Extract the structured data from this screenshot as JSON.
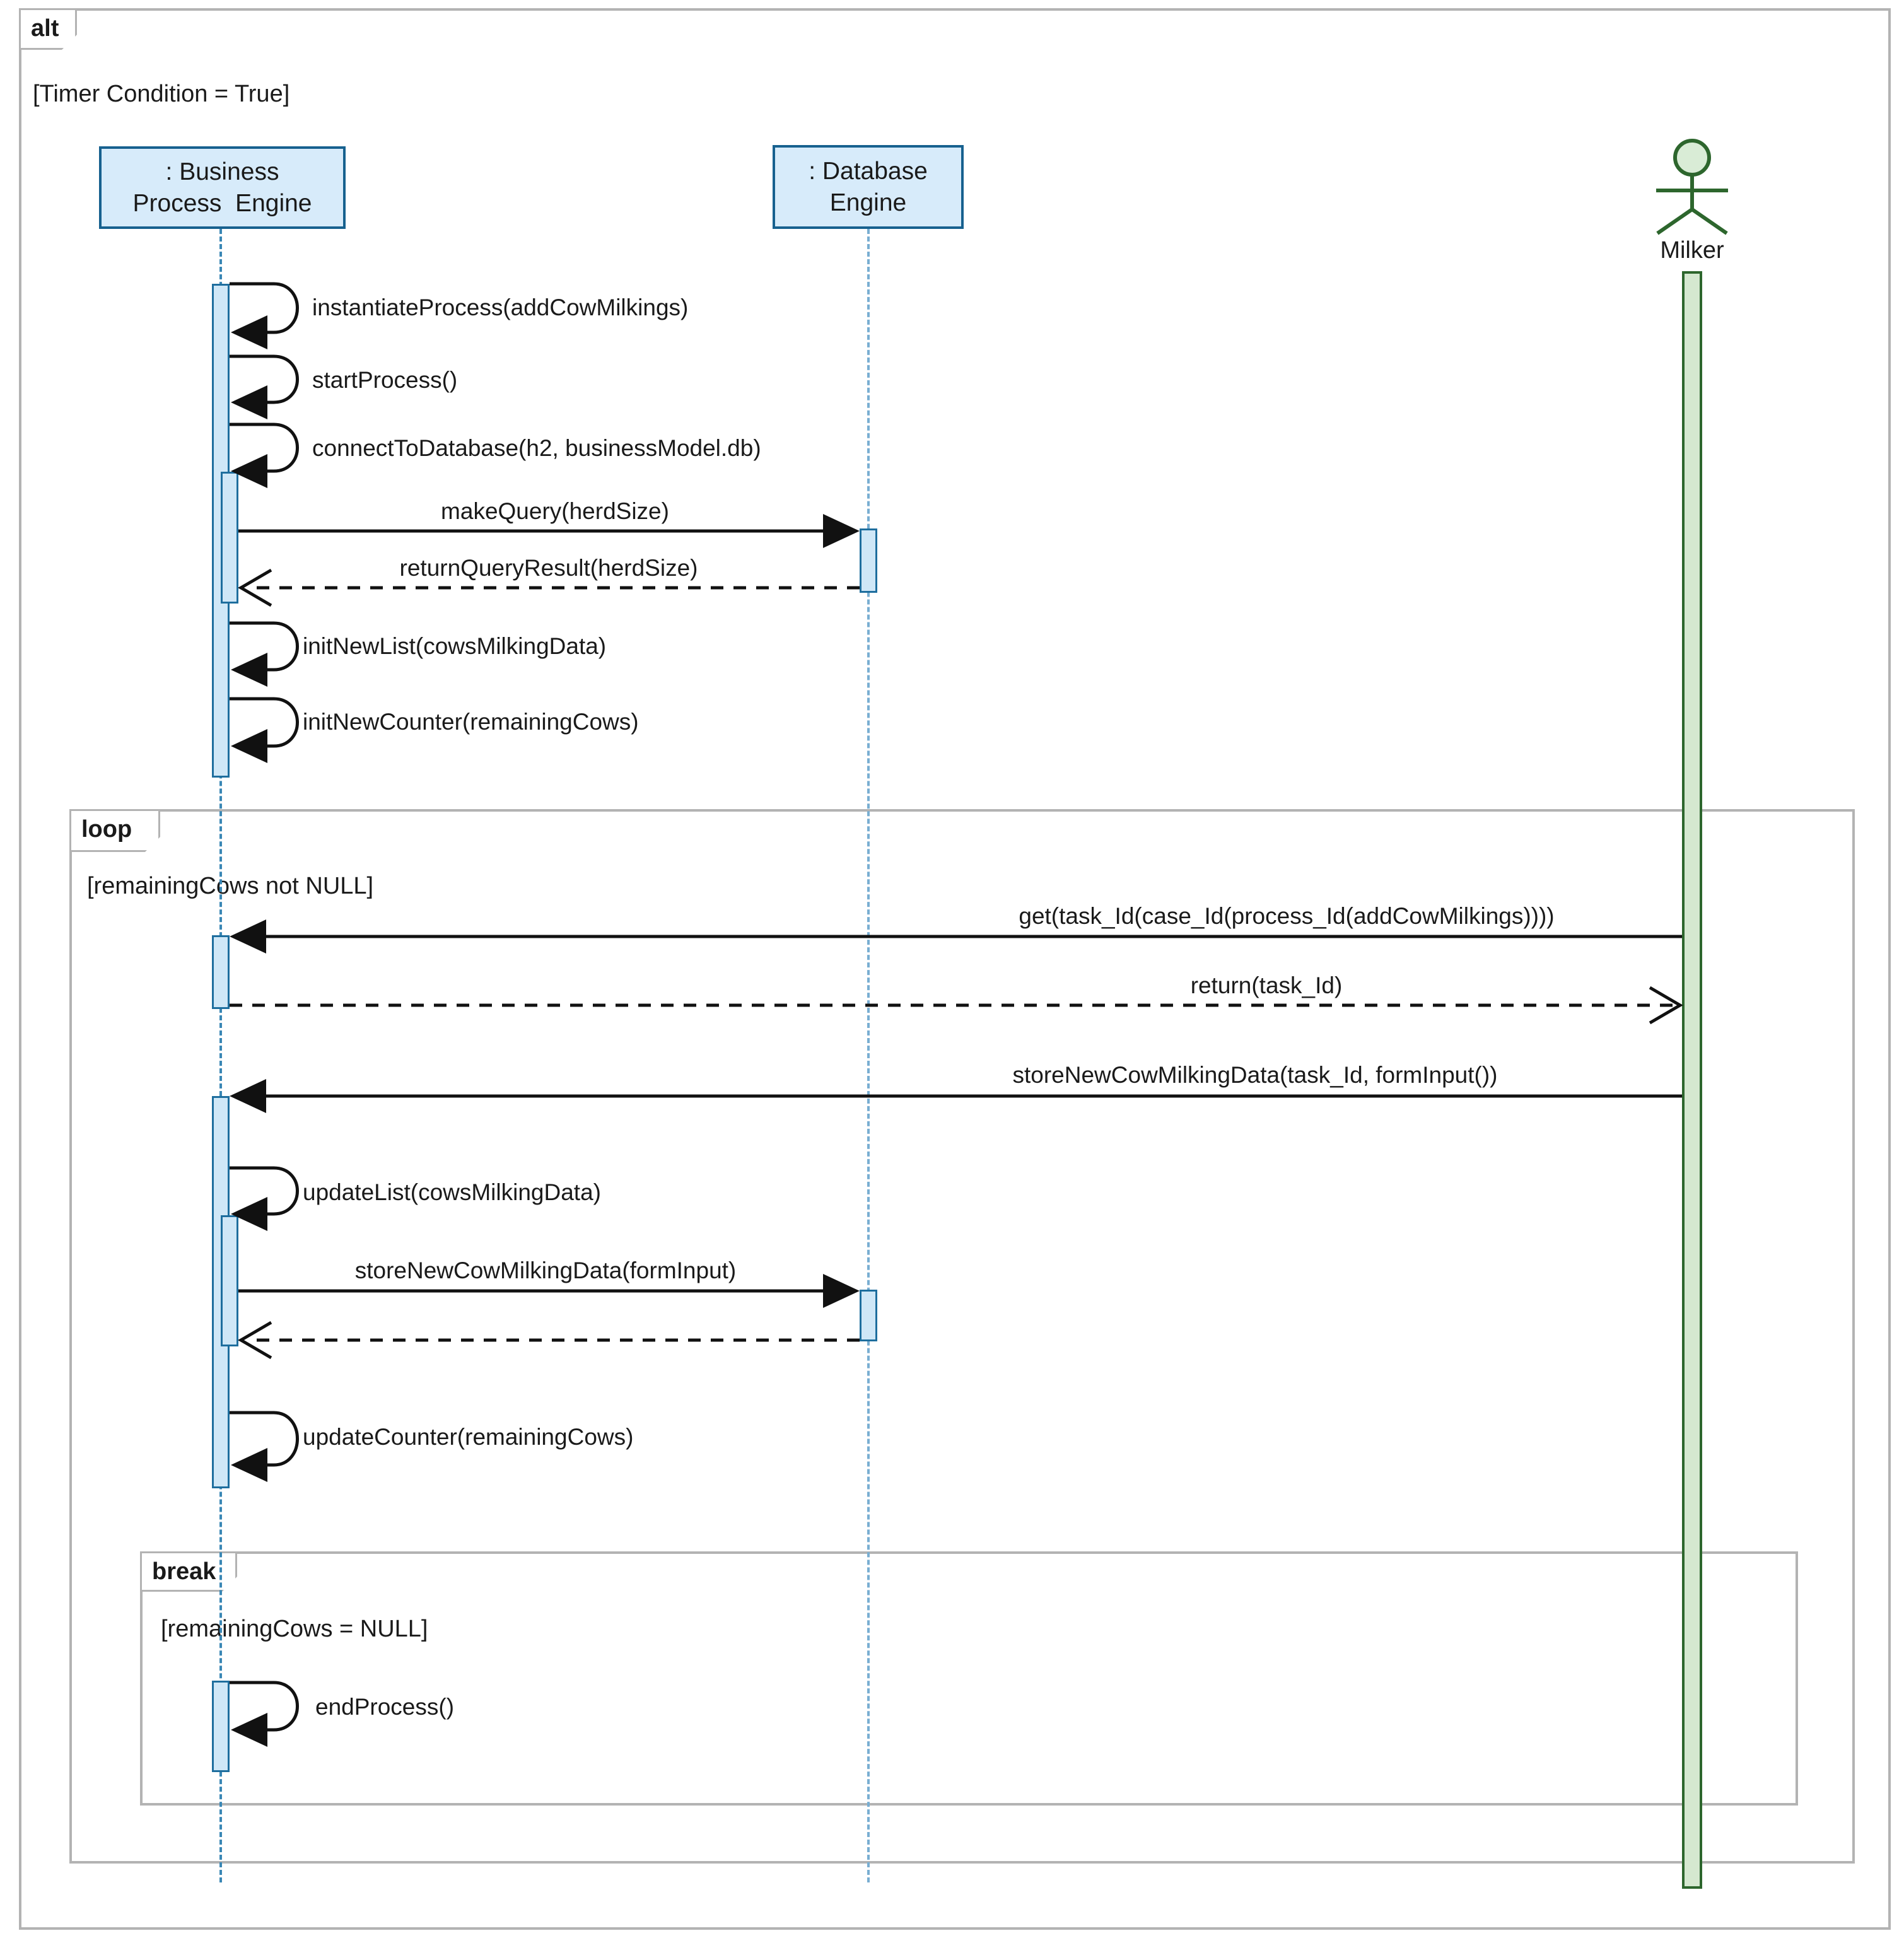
{
  "fragments": {
    "alt": {
      "label": "alt",
      "guard": "[Timer Condition = True]"
    },
    "loop": {
      "label": "loop",
      "guard": "[remainingCows not NULL]"
    },
    "break": {
      "label": "break",
      "guard": "[remainingCows = NULL]"
    }
  },
  "lifelines": {
    "business_process_engine": ": Business\nProcess  Engine",
    "database_engine": ": Database\nEngine",
    "actor": "Milker"
  },
  "messages": {
    "m1": "instantiateProcess(addCowMilkings)",
    "m2": "startProcess()",
    "m3": "connectToDatabase(h2, businessModel.db)",
    "m4": "makeQuery(herdSize)",
    "m5": "returnQueryResult(herdSize)",
    "m6": "initNewList(cowsMilkingData)",
    "m7": "initNewCounter(remainingCows)",
    "m8": "get(task_Id(case_Id(process_Id(addCowMilkings))))",
    "m9": "return(task_Id)",
    "m10": "storeNewCowMilkingData(task_Id, formInput())",
    "m11": "updateList(cowsMilkingData)",
    "m12": "storeNewCowMilkingData(formInput)",
    "m13": "updateCounter(remainingCows)",
    "m14": "endProcess()"
  },
  "colors": {
    "frame_gray": "#b3b3b3",
    "box_fill": "#d7ebfa",
    "box_border": "#17618f",
    "activation_fill": "#cfe7f7",
    "activation_border": "#1e6e9e",
    "actor_green": "#2d662d",
    "actor_fill": "#d5e8d0",
    "arrow_black": "#111111"
  }
}
